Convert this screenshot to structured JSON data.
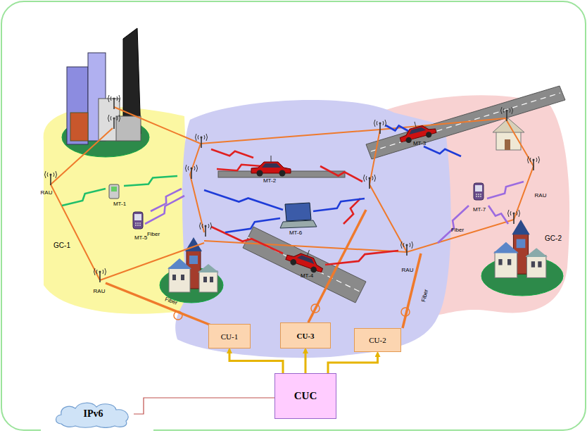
{
  "diagram": {
    "nodes": [
      {
        "text": [
          "IPv6"
        ]
      },
      {
        "text": [
          "CU-1"
        ]
      },
      {
        "text": [
          "CU-3"
        ]
      },
      {
        "text": [
          "CU-2"
        ]
      },
      {
        "text": [
          "CUC"
        ]
      }
    ],
    "edges": [
      {
        "from": 4,
        "to": 1,
        "arrow": "to"
      },
      {
        "from": 4,
        "to": 2,
        "arrow": "to"
      },
      {
        "from": 4,
        "to": 3,
        "arrow": "to"
      },
      {
        "from": 4,
        "to": 0,
        "arrow": "none"
      }
    ],
    "labels": [
      "RAU",
      "MT-1",
      "MT-5",
      "GC-1",
      "Fiber",
      "RAU",
      "Fiber",
      "MT-2",
      "MT-6",
      "MT-4",
      "MT-3",
      "RAU",
      "MT-7",
      "Fiber",
      "Fiber",
      "RAU",
      "GC-2"
    ]
  }
}
